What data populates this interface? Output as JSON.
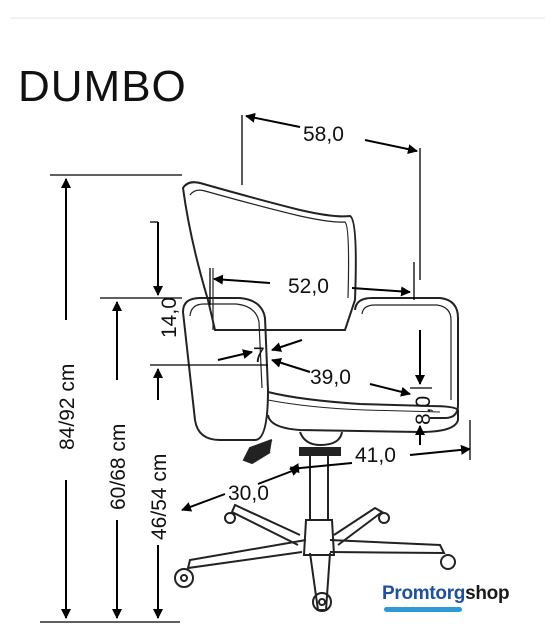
{
  "title": "DUMBO",
  "dimensions": {
    "depth_total": "58,0",
    "seat_width": "52,0",
    "arm_height": "14,0",
    "back_angle": "7",
    "seat_depth": "39,0",
    "arm_thickness": "8,0",
    "base_depth": "41,0",
    "base_front": "30,0",
    "height_total": "84/92 cm",
    "arm_floor_height": "60/68 cm",
    "seat_height": "46/54 cm"
  },
  "logo": {
    "part1": "Promtorg",
    "part2": "shop"
  }
}
